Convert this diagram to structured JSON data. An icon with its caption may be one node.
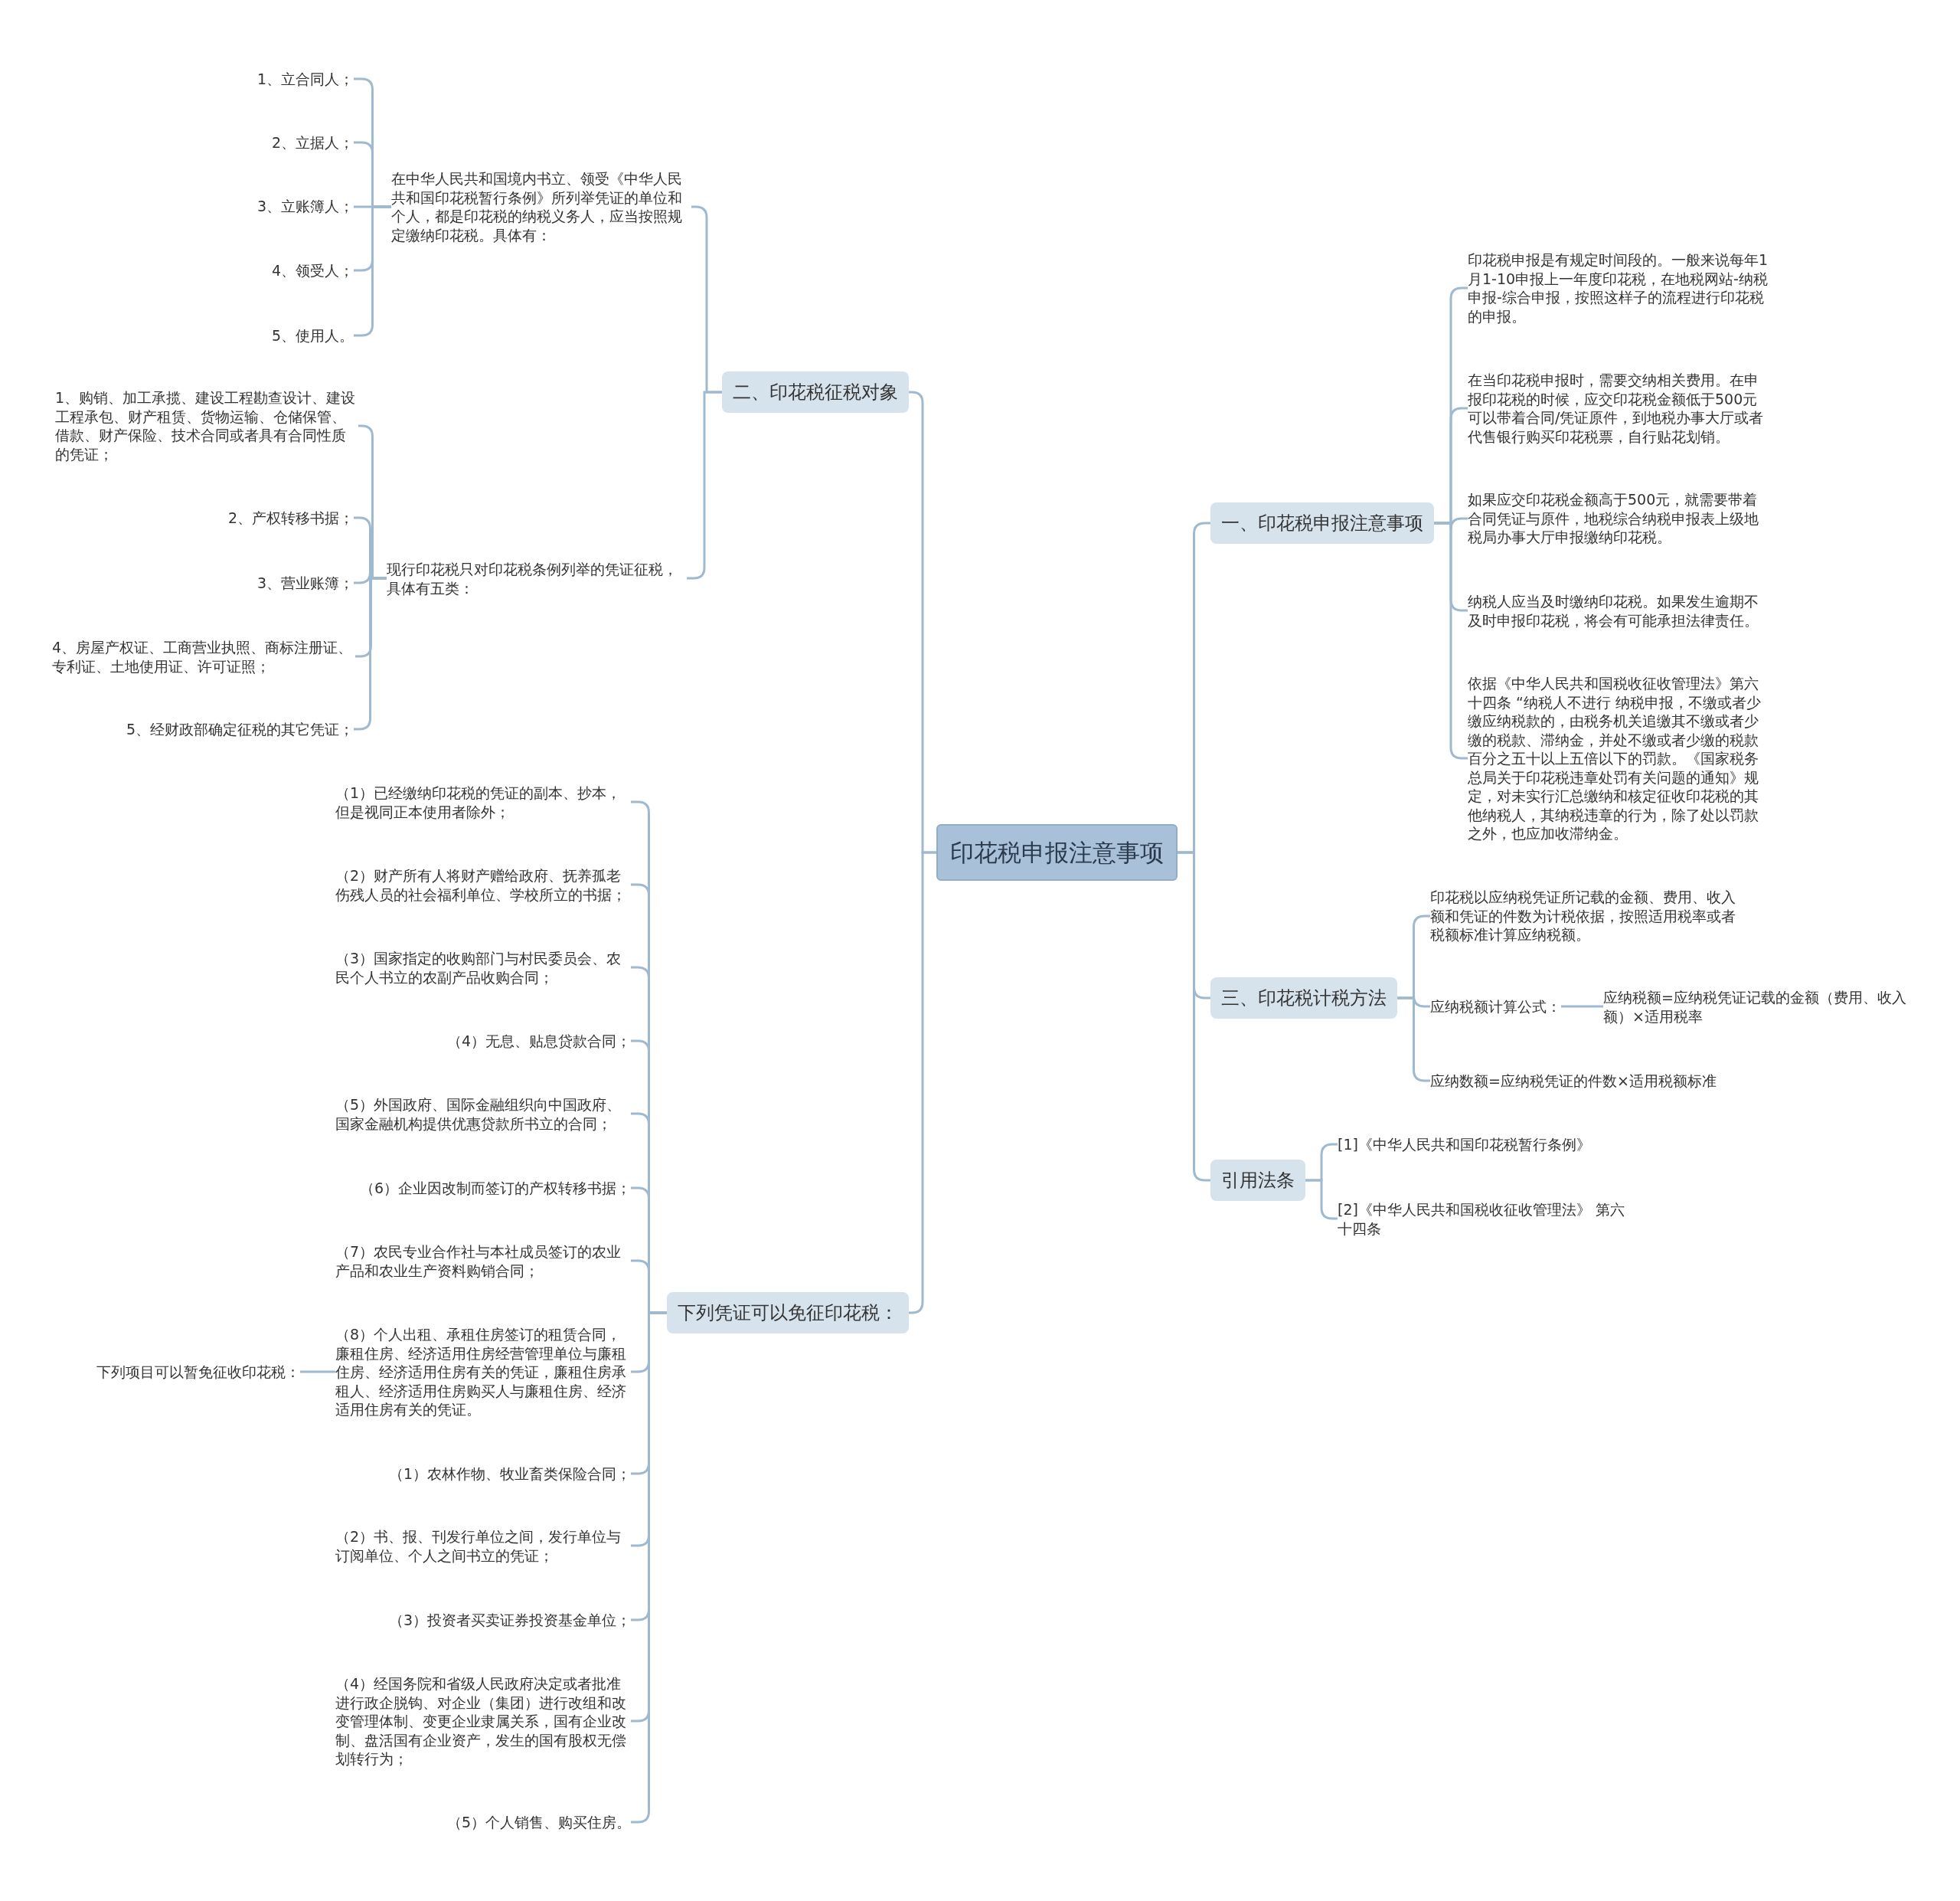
{
  "diagram": {
    "nodes": [
      {
        "text": [
          "印花税申报注意事项"
        ]
      },
      {
        "text": [
          "一、印花税申报注意事项"
        ]
      },
      {
        "text": [
          "印花税申报是有规定时间段的。一般来说每年1月1-10申报上一年度印花税，在地税网站-纳税申报-综合申报，按照这样子的流程进行印花税的申报。"
        ]
      },
      {
        "text": [
          "在当印花税申报时，需要交纳相关费用。在申报印花税的时候，应交印花税金额低于500元可以带着合同/凭证原件，到地税办事大厅或者代售银行购买印花税票，自行贴花划销。"
        ]
      },
      {
        "text": [
          "如果应交印花税金额高于500元，就需要带着合同凭证与原件，地税综合纳税申报表上级地税局办事大厅申报缴纳印花税。"
        ]
      },
      {
        "text": [
          "纳税人应当及时缴纳印花税。如果发生逾期不及时申报印花税，将会有可能承担法律责任。"
        ]
      },
      {
        "text": [
          "依据《中华人民共和国税收征收管理法》第六十四条 “纳税人不进行 纳税申报，不缴或者少缴应纳税款的，由税务机关追缴其不缴或者少缴的税款、滞纳金，并处不缴或者少缴的税款百分之五十以上五倍以下的罚款。《国家税务总局关于印花税违章处罚有关问题的通知》规定，对未实行汇总缴纳和核定征收印花税的其他纳税人，其纳税违章的行为，除了处以罚款之外，也应加收滞纳金。"
        ]
      },
      {
        "text": [
          "三、印花税计税方法"
        ]
      },
      {
        "text": [
          "印花税以应纳税凭证所记载的金额、费用、收入额和凭证的件数为计税依据，按照适用税率或者税额标准计算应纳税额。"
        ]
      },
      {
        "text": [
          "应纳税额计算公式："
        ]
      },
      {
        "text": [
          "应纳税额=应纳税凭证记载的金额（费用、收入额）×适用税率"
        ]
      },
      {
        "text": [
          "应纳数额=应纳税凭证的件数×适用税额标准"
        ]
      },
      {
        "text": [
          "引用法条"
        ]
      },
      {
        "text": [
          "[1]《中华人民共和国印花税暂行条例》"
        ]
      },
      {
        "text": [
          "[2]《中华人民共和国税收征收管理法》 第六十四条"
        ]
      },
      {
        "text": [
          "二、印花税征税对象"
        ]
      },
      {
        "text": [
          "在中华人民共和国境内书立、领受《中华人民共和国印花税暂行条例》所列举凭证的单位和个人，都是印花税的纳税义务人，应当按照规定缴纳印花税。具体有："
        ]
      },
      {
        "text": [
          "1、立合同人；"
        ]
      },
      {
        "text": [
          "2、立据人；"
        ]
      },
      {
        "text": [
          "3、立账簿人；"
        ]
      },
      {
        "text": [
          "4、领受人；"
        ]
      },
      {
        "text": [
          "5、使用人。"
        ]
      },
      {
        "text": [
          "现行印花税只对印花税条例列举的凭证征税，具体有五类："
        ]
      },
      {
        "text": [
          "1、购销、加工承揽、建设工程勘查设计、建设工程承包、财产租赁、货物运输、仓储保管、借款、财产保险、技术合同或者具有合同性质的凭证；"
        ]
      },
      {
        "text": [
          "2、产权转移书据；"
        ]
      },
      {
        "text": [
          "3、营业账簿；"
        ]
      },
      {
        "text": [
          "4、房屋产权证、工商营业执照、商标注册证、专利证、土地使用证、许可证照；"
        ]
      },
      {
        "text": [
          "5、经财政部确定征税的其它凭证；"
        ]
      },
      {
        "text": [
          "下列凭证可以免征印花税："
        ]
      },
      {
        "text": [
          "（1）已经缴纳印花税的凭证的副本、抄本，但是视同正本使用者除外；"
        ]
      },
      {
        "text": [
          "（2）财产所有人将财产赠给政府、抚养孤老伤残人员的社会福利单位、学校所立的书据；"
        ]
      },
      {
        "text": [
          "（3）国家指定的收购部门与村民委员会、农民个人书立的农副产品收购合同；"
        ]
      },
      {
        "text": [
          "（4）无息、贴息贷款合同；"
        ]
      },
      {
        "text": [
          "（5）外国政府、国际金融组织向中国政府、国家金融机构提供优惠贷款所书立的合同；"
        ]
      },
      {
        "text": [
          "（6）企业因改制而签订的产权转移书据；"
        ]
      },
      {
        "text": [
          "（7）农民专业合作社与本社成员签订的农业产品和农业生产资料购销合同；"
        ]
      },
      {
        "text": [
          "（8）个人出租、承租住房签订的租赁合同，廉租住房、经济适用住房经营管理单位与廉租住房、经济适用住房有关的凭证，廉租住房承租人、经济适用住房购买人与廉租住房、经济适用住房有关的凭证。"
        ]
      },
      {
        "text": [
          "（1）农林作物、牧业畜类保险合同；"
        ]
      },
      {
        "text": [
          "（2）书、报、刊发行单位之间，发行单位与订阅单位、个人之间书立的凭证；"
        ]
      },
      {
        "text": [
          "（3）投资者买卖证券投资基金单位；"
        ]
      },
      {
        "text": [
          "（4）经国务院和省级人民政府决定或者批准进行政企脱钩、对企业（集团）进行改组和改变管理体制、变更企业隶属关系，国有企业改制、盘活国有企业资产，发生的国有股权无偿划转行为；"
        ]
      },
      {
        "text": [
          "（5）个人销售、购买住房。"
        ]
      },
      {
        "text": [
          "下列项目可以暂免征收印花税："
        ]
      }
    ],
    "edges": [
      {
        "from": 0,
        "to": 1,
        "arrow": "none"
      },
      {
        "from": 1,
        "to": 2,
        "arrow": "none"
      },
      {
        "from": 1,
        "to": 3,
        "arrow": "none"
      },
      {
        "from": 1,
        "to": 4,
        "arrow": "none"
      },
      {
        "from": 1,
        "to": 5,
        "arrow": "none"
      },
      {
        "from": 1,
        "to": 6,
        "arrow": "none"
      },
      {
        "from": 0,
        "to": 7,
        "arrow": "none"
      },
      {
        "from": 7,
        "to": 8,
        "arrow": "none"
      },
      {
        "from": 7,
        "to": 9,
        "arrow": "none"
      },
      {
        "from": 9,
        "to": 10,
        "arrow": "none"
      },
      {
        "from": 7,
        "to": 11,
        "arrow": "none"
      },
      {
        "from": 0,
        "to": 12,
        "arrow": "none"
      },
      {
        "from": 12,
        "to": 13,
        "arrow": "none"
      },
      {
        "from": 12,
        "to": 14,
        "arrow": "none"
      },
      {
        "from": 0,
        "to": 15,
        "arrow": "none"
      },
      {
        "from": 15,
        "to": 16,
        "arrow": "none"
      },
      {
        "from": 16,
        "to": 17,
        "arrow": "none"
      },
      {
        "from": 16,
        "to": 18,
        "arrow": "none"
      },
      {
        "from": 16,
        "to": 19,
        "arrow": "none"
      },
      {
        "from": 16,
        "to": 20,
        "arrow": "none"
      },
      {
        "from": 16,
        "to": 21,
        "arrow": "none"
      },
      {
        "from": 15,
        "to": 22,
        "arrow": "none"
      },
      {
        "from": 22,
        "to": 23,
        "arrow": "none"
      },
      {
        "from": 22,
        "to": 24,
        "arrow": "none"
      },
      {
        "from": 22,
        "to": 25,
        "arrow": "none"
      },
      {
        "from": 22,
        "to": 26,
        "arrow": "none"
      },
      {
        "from": 22,
        "to": 27,
        "arrow": "none"
      },
      {
        "from": 0,
        "to": 28,
        "arrow": "none"
      },
      {
        "from": 28,
        "to": 29,
        "arrow": "none"
      },
      {
        "from": 28,
        "to": 30,
        "arrow": "none"
      },
      {
        "from": 28,
        "to": 31,
        "arrow": "none"
      },
      {
        "from": 28,
        "to": 32,
        "arrow": "none"
      },
      {
        "from": 28,
        "to": 33,
        "arrow": "none"
      },
      {
        "from": 28,
        "to": 34,
        "arrow": "none"
      },
      {
        "from": 28,
        "to": 35,
        "arrow": "none"
      },
      {
        "from": 28,
        "to": 36,
        "arrow": "none"
      },
      {
        "from": 28,
        "to": 37,
        "arrow": "none"
      },
      {
        "from": 28,
        "to": 38,
        "arrow": "none"
      },
      {
        "from": 28,
        "to": 39,
        "arrow": "none"
      },
      {
        "from": 28,
        "to": 40,
        "arrow": "none"
      },
      {
        "from": 28,
        "to": 41,
        "arrow": "none"
      },
      {
        "from": 36,
        "to": 42,
        "arrow": "none"
      }
    ]
  }
}
